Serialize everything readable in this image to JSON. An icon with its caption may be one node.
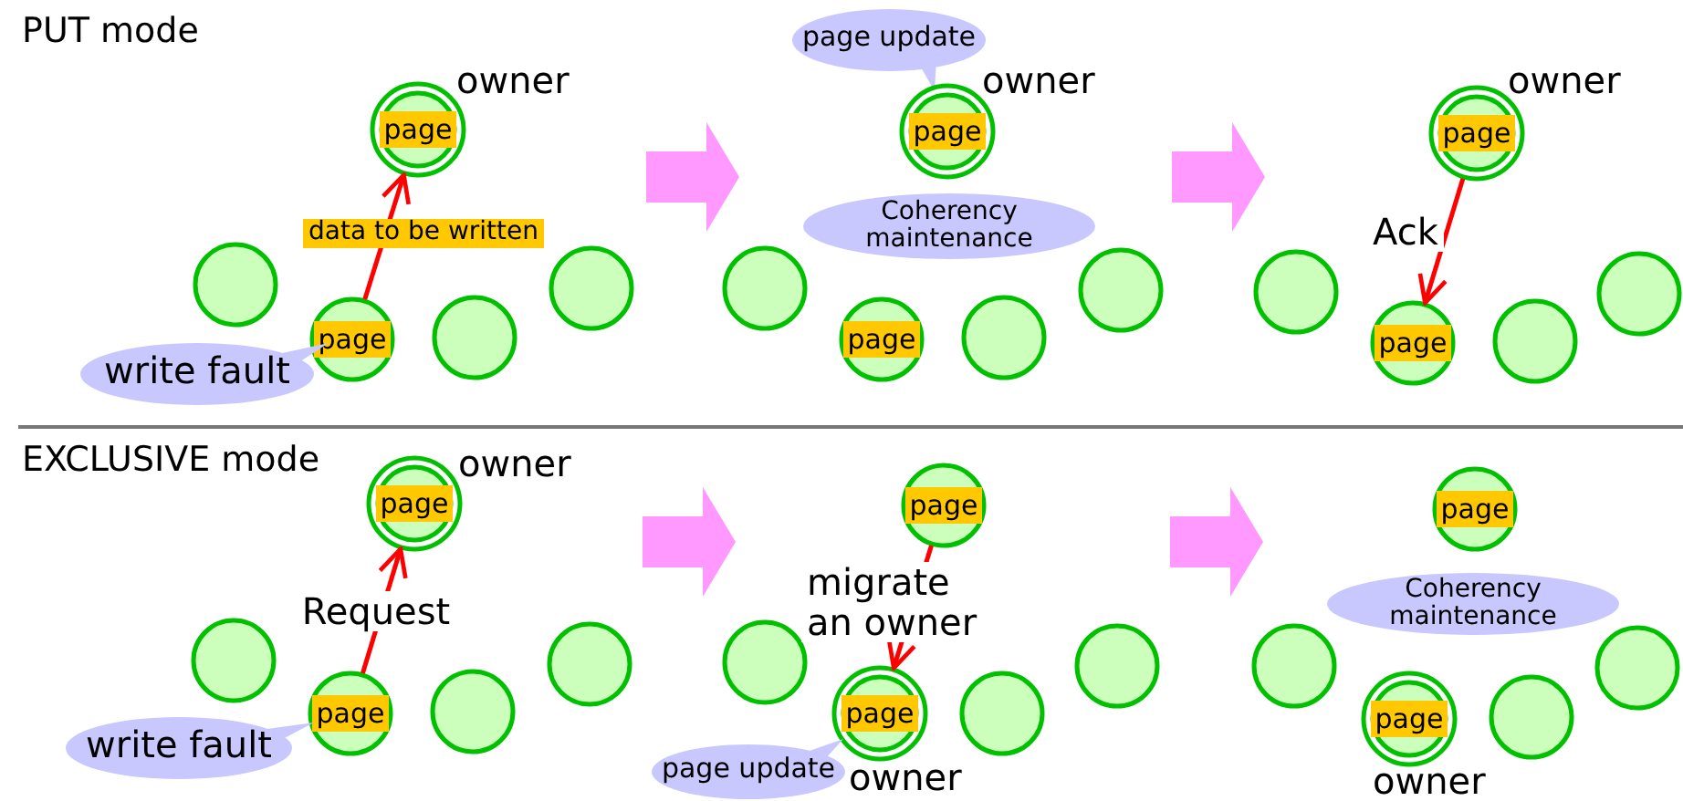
{
  "diagram": {
    "nodes": [
      {
        "text": [
          "page"
        ],
        "beside": [
          "owner"
        ]
      },
      {
        "text": [],
        "shape": "circle"
      },
      {
        "text": [
          "page"
        ]
      },
      {
        "text": [],
        "shape": "circle"
      },
      {
        "text": [],
        "shape": "circle"
      },
      {
        "text": [
          "write fault"
        ]
      },
      {
        "text": [
          "page update"
        ]
      },
      {
        "text": [
          "page"
        ],
        "beside": [
          "owner"
        ]
      },
      {
        "text": [
          "Coherency maintenance"
        ]
      },
      {
        "text": [],
        "shape": "circle"
      },
      {
        "text": [
          "page"
        ]
      },
      {
        "text": [],
        "shape": "circle"
      },
      {
        "text": [],
        "shape": "circle"
      },
      {
        "text": [
          "page"
        ],
        "beside": [
          "owner"
        ]
      },
      {
        "text": [],
        "shape": "circle"
      },
      {
        "text": [
          "page"
        ]
      },
      {
        "text": [],
        "shape": "circle"
      },
      {
        "text": [],
        "shape": "circle"
      },
      {
        "text": [
          "page"
        ],
        "beside": [
          "owner"
        ]
      },
      {
        "text": [],
        "shape": "circle"
      },
      {
        "text": [
          "page"
        ]
      },
      {
        "text": [],
        "shape": "circle"
      },
      {
        "text": [],
        "shape": "circle"
      },
      {
        "text": [
          "write fault"
        ]
      },
      {
        "text": [
          "page"
        ]
      },
      {
        "text": [],
        "shape": "circle"
      },
      {
        "text": [
          "page"
        ],
        "beside": [
          "owner"
        ]
      },
      {
        "text": [],
        "shape": "circle"
      },
      {
        "text": [],
        "shape": "circle"
      },
      {
        "text": [
          "page update"
        ]
      },
      {
        "text": [
          "page"
        ]
      },
      {
        "text": [
          "Coherency maintenance"
        ]
      },
      {
        "text": [],
        "shape": "circle"
      },
      {
        "text": [
          "page"
        ],
        "beside": [
          "owner"
        ]
      },
      {
        "text": [],
        "shape": "circle"
      },
      {
        "text": [],
        "shape": "circle"
      }
    ],
    "edges": [
      {
        "from": 2,
        "to": 0,
        "arrow": "to",
        "label": "data to be written"
      },
      {
        "from": 13,
        "to": 15,
        "arrow": "to",
        "label": "Ack"
      },
      {
        "from": 20,
        "to": 18,
        "arrow": "to",
        "label": "Request"
      },
      {
        "from": 24,
        "to": 26,
        "arrow": "to",
        "label": "migrate an owner"
      }
    ],
    "labels": [
      "PUT mode",
      "EXCLUSIVE mode"
    ]
  }
}
